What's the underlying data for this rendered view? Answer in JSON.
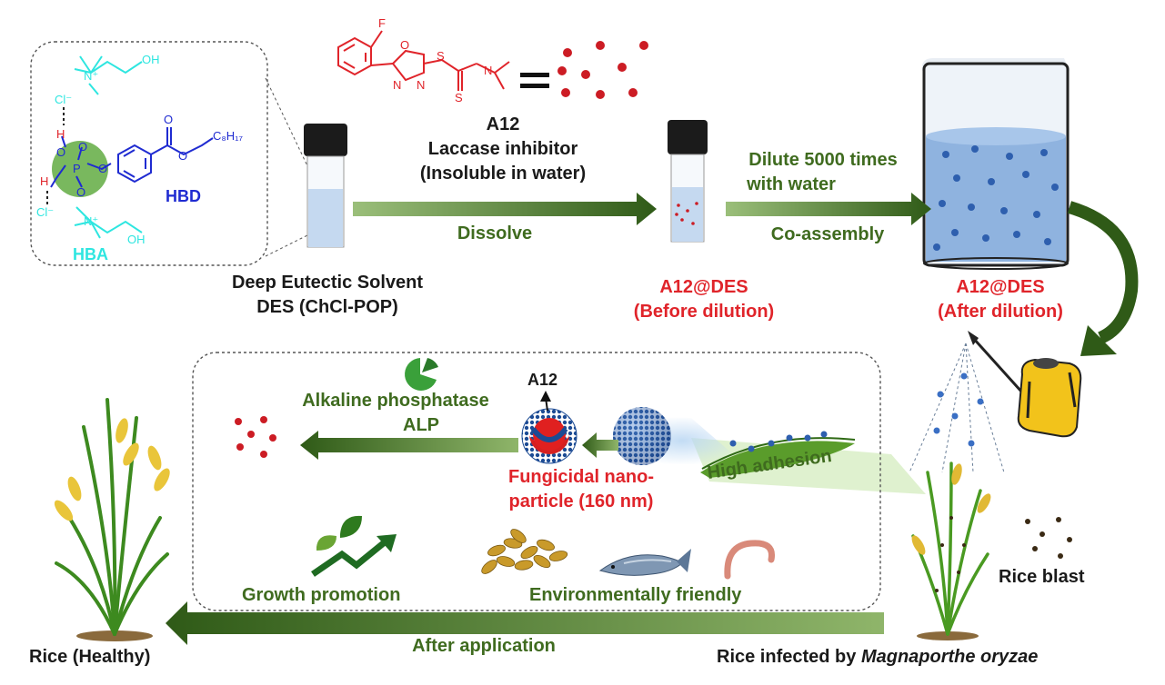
{
  "molecule": {
    "name": "A12",
    "role": "Laccase inhibitor",
    "solubility": "(Insoluble in water)",
    "equals_sign": "=",
    "atoms": {
      "F": "F",
      "O": "O",
      "N1": "N",
      "N2": "N",
      "S1": "S",
      "S2": "S",
      "N3": "N"
    }
  },
  "des_panel": {
    "hbd": "HBD",
    "hba": "HBA",
    "atoms": {
      "oh_top": "OH",
      "oh_bottom": "OH",
      "n_top": "N⁺",
      "n_bottom": "N⁺",
      "cl_top": "Cl⁻",
      "cl_bottom": "Cl⁻",
      "h_top": "H",
      "h_bottom": "H",
      "p": "P",
      "o1": "O",
      "o2": "O",
      "o3": "O",
      "o4": "O",
      "o_ester": "O",
      "o_carbonyl": "O",
      "chain": "C₈H₁₇"
    }
  },
  "labels": {
    "des_name": "Deep Eutectic Solvent",
    "des_formula": "DES (ChCl-POP)",
    "dissolve": "Dissolve",
    "dilute_line1": "Dilute 5000 times",
    "dilute_line2": "with water",
    "co_assembly": "Co-assembly",
    "before_line1": "A12@DES",
    "before_line2": "(Before dilution)",
    "after_line1": "A12@DES",
    "after_line2": "(After dilution)",
    "alp_line1": "Alkaline phosphatase",
    "alp_line2": "ALP",
    "a12_tag": "A12",
    "fungicidal_line1": "Fungicidal nano-",
    "fungicidal_line2": "particle (160 nm)",
    "high_adhesion": "High adhesion",
    "growth_promotion": "Growth promotion",
    "env_friendly": "Environmentally friendly",
    "rice_blast": "Rice blast",
    "after_application": "After application",
    "rice_healthy": "Rice (Healthy)",
    "rice_infected_prefix": "Rice infected by ",
    "rice_infected_species": "Magnaporthe oryzae"
  },
  "colors": {
    "red": "#e0242a",
    "green_dark": "#2f5a17",
    "green_text": "#3f6b1f",
    "blue_text": "#1f2bd1",
    "cyan_text": "#2ee6e0",
    "particle_blue": "#2e5fae",
    "liquid_blue": "#8fb3df"
  },
  "icons": [
    "molecule-structure",
    "vial",
    "beaker",
    "sprayer",
    "rice-plant",
    "nanoparticle",
    "leaf-arrow",
    "rice-grains",
    "fish",
    "earthworm",
    "alp-enzyme"
  ]
}
